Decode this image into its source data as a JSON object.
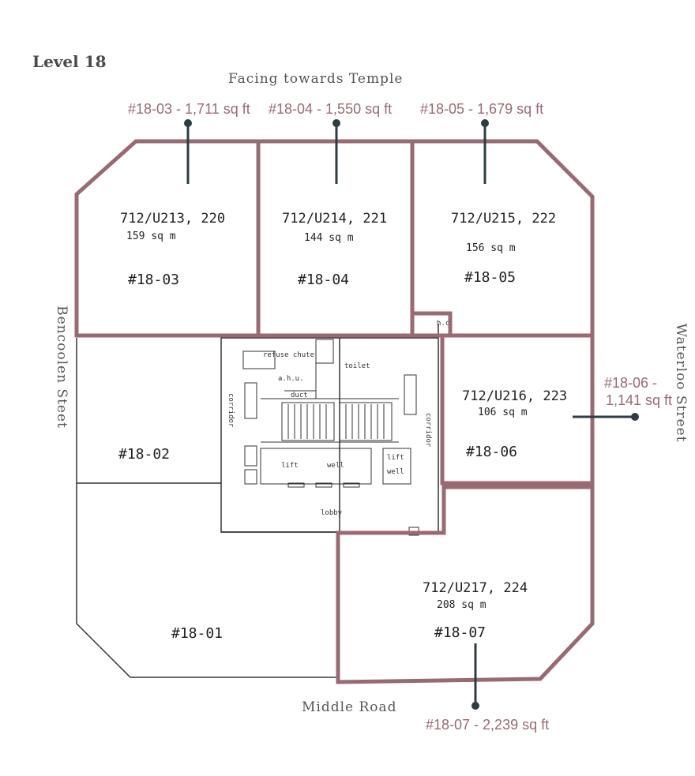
{
  "title": "Level 18",
  "streets": {
    "top": "Facing towards Temple",
    "left": "Bencoolen Steet",
    "right": "Waterloo Street",
    "bottom": "Middle Road"
  },
  "callouts": {
    "u03": "#18-03 - 1,711 sq ft",
    "u04": "#18-04 - 1,550 sq ft",
    "u05": "#18-05 - 1,679 sq ft",
    "u06_line1": "#18-06 -",
    "u06_line2": "1,141 sq ft",
    "u07": "#18-07 - 2,239 sq ft"
  },
  "units": {
    "u03": {
      "lot": "712/U213, 220",
      "area": "159 sq m",
      "id": "#18-03"
    },
    "u04": {
      "lot": "712/U214, 221",
      "area": "144 sq m",
      "id": "#18-04"
    },
    "u05": {
      "lot": "712/U215, 222",
      "area": "156 sq m",
      "id": "#18-05"
    },
    "u06": {
      "lot": "712/U216, 223",
      "area": "106 sq m",
      "id": "#18-06"
    },
    "u07": {
      "lot": "712/U217, 224",
      "area": "208 sq m",
      "id": "#18-07"
    },
    "u02": {
      "id": "#18-02"
    },
    "u01": {
      "id": "#18-01"
    }
  },
  "core_labels": {
    "refuse_chute": "refuse chute",
    "ahu": "a.h.u.",
    "duct": "duct",
    "toilet": "toilet",
    "corridor": "corridor",
    "lift": "lift",
    "well": "well",
    "lobby": "lobby",
    "hc": "h.c"
  },
  "colors": {
    "highlight": "#9a6a73",
    "callout_line": "#2d3d42",
    "plan_line": "#333333"
  }
}
